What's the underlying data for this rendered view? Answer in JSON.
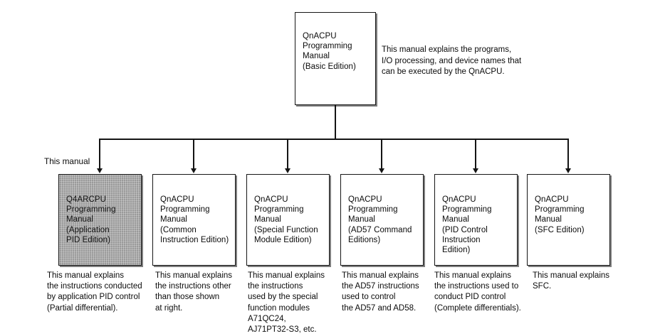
{
  "diagram": {
    "type": "tree",
    "title": "QnACPU Programming Manual structure",
    "this_manual_label": "This manual",
    "root": {
      "box_label": "QnACPU\nProgramming\nManual\n(Basic Edition)",
      "description": "This manual explains the programs,\nI/O processing, and device names that\ncan be executed by the QnACPU."
    },
    "children": [
      {
        "id": "application-pid-edition",
        "box_label": "Q4ARCPU\nProgramming\nManual\n(Application\n PID Edition)",
        "caption": "This manual explains\nthe instructions conducted\nby application PID control\n(Partial differential).",
        "highlighted": true
      },
      {
        "id": "common-instruction-edition",
        "box_label": "QnACPU\nProgramming\nManual\n(Common\n Instruction Edition)",
        "caption": "This manual explains\nthe instructions other\nthan those shown\nat right.",
        "highlighted": false
      },
      {
        "id": "special-function-module-edition",
        "box_label": "QnACPU\nProgramming\nManual\n(Special Function\n Module Edition)",
        "caption": "This manual explains\nthe instructions\nused by the special\nfunction modules\nA71QC24,\nAJ71PT32-S3, etc.",
        "highlighted": false
      },
      {
        "id": "ad57-command-editions",
        "box_label": "QnACPU\nProgramming\nManual\n(AD57 Command\n Editions)",
        "caption": "This manual explains\nthe AD57 instructions\nused to control\nthe AD57 and AD58.",
        "highlighted": false
      },
      {
        "id": "pid-control-instruction-edition",
        "box_label": "QnACPU\nProgramming\nManual\n(PID Control\n Instruction\n Edition)",
        "caption": "This manual explains\nthe instructions used to\nconduct PID control\n(Complete differentials).",
        "highlighted": false
      },
      {
        "id": "sfc-edition",
        "box_label": "QnACPU\nProgramming\nManual\n(SFC Edition)",
        "caption": "This manual explains\nSFC.",
        "highlighted": false
      }
    ],
    "colors": {
      "line": "#141414",
      "box_border": "#161616",
      "highlight_fill": "#9a9a9a",
      "background": "#ffffff"
    }
  }
}
